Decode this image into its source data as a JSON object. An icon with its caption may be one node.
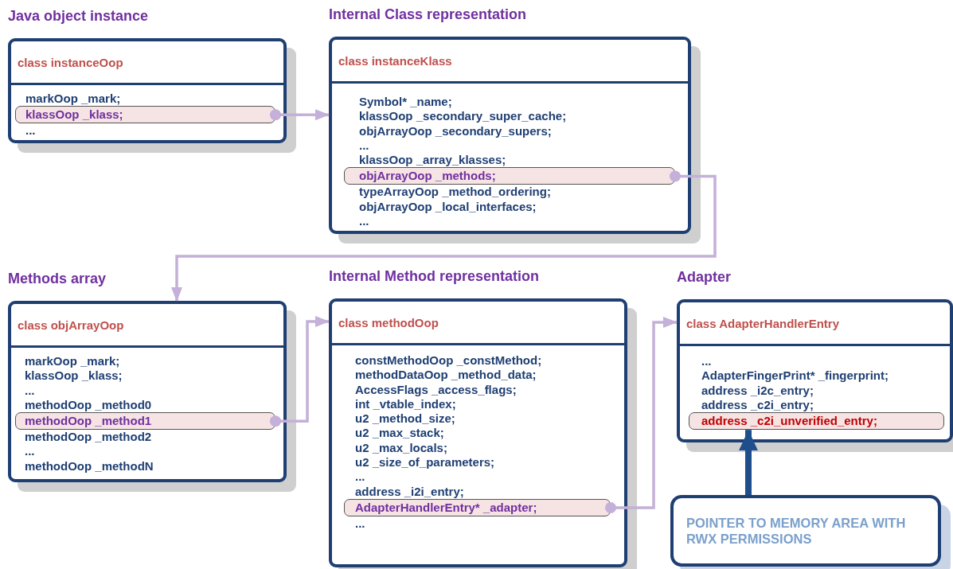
{
  "diagram": {
    "nodes": [
      {
        "text": [
          "Java object instance",
          "class instanceOop",
          "markOop _mark;",
          "..."
        ]
      },
      {
        "text": [
          "klassOop _klass;"
        ],
        "in": 0
      },
      {
        "text": [
          "Internal Class representation",
          "class instanceKlass",
          "Symbol* _name;",
          "klassOop _secondary_super_cache;",
          "objArrayOop _secondary_supers;",
          "...",
          "klassOop _array_klasses;",
          "typeArrayOop _method_ordering;",
          "objArrayOop _local_interfaces;",
          "..."
        ]
      },
      {
        "text": [
          "objArrayOop _methods;"
        ],
        "in": 2
      },
      {
        "text": [
          "Methods array",
          "class objArrayOop",
          "markOop _mark;",
          "klassOop _klass;",
          "...",
          "methodOop _method0",
          "methodOop _method2",
          "...",
          "methodOop _methodN"
        ]
      },
      {
        "text": [
          "methodOop _method1"
        ],
        "in": 4
      },
      {
        "text": [
          "Internal Method representation",
          "class methodOop",
          "constMethodOop _constMethod;",
          "methodDataOop _method_data;",
          "AccessFlags _access_flags;",
          "int _vtable_index;",
          "u2 _method_size;",
          "u2 _max_stack;",
          "u2 _max_locals;",
          "u2 _size_of_parameters;",
          "...",
          "address _i2i_entry;",
          "..."
        ]
      },
      {
        "text": [
          "AdapterHandlerEntry* _adapter;"
        ],
        "in": 6
      },
      {
        "text": [
          "Adapter",
          "class AdapterHandlerEntry",
          "...",
          "AdapterFingerPrint* _fingerprint;",
          "address _i2c_entry;",
          "address _c2i_entry;"
        ]
      },
      {
        "text": [
          "address _c2i_unverified_entry;"
        ],
        "in": 8
      },
      {
        "text": [
          "POINTER TO MEMORY AREA WITH RWX PERMISSIONS"
        ]
      }
    ],
    "edges": [
      {
        "from": 1,
        "to": 2,
        "arrow": "to"
      },
      {
        "from": 3,
        "to": 4,
        "arrow": "to"
      },
      {
        "from": 5,
        "to": 6,
        "arrow": "to"
      },
      {
        "from": 7,
        "to": 8,
        "arrow": "to"
      },
      {
        "from": 10,
        "to": 9,
        "arrow": "to",
        "style": "thick",
        "color": "#1f4e8c"
      }
    ]
  }
}
